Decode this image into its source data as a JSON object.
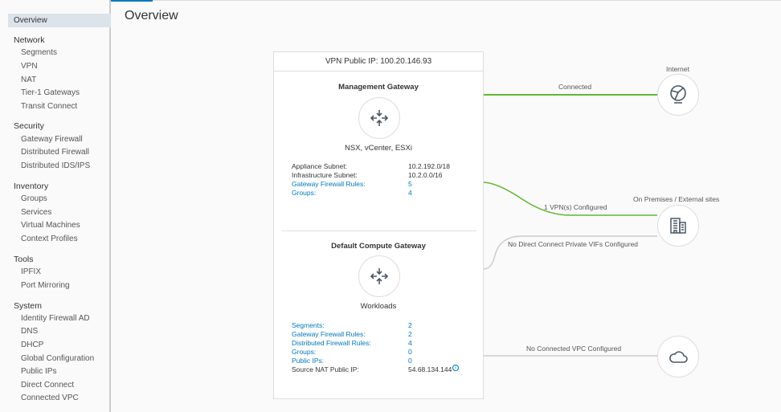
{
  "page_title": "Overview",
  "sidebar": {
    "active": "Overview",
    "groups": [
      {
        "label": "Network",
        "items": [
          "Segments",
          "VPN",
          "NAT",
          "Tier-1 Gateways",
          "Transit Connect"
        ]
      },
      {
        "label": "Security",
        "items": [
          "Gateway Firewall",
          "Distributed Firewall",
          "Distributed IDS/IPS"
        ]
      },
      {
        "label": "Inventory",
        "items": [
          "Groups",
          "Services",
          "Virtual Machines",
          "Context Profiles"
        ]
      },
      {
        "label": "Tools",
        "items": [
          "IPFIX",
          "Port Mirroring"
        ]
      },
      {
        "label": "System",
        "items": [
          "Identity Firewall AD",
          "DNS",
          "DHCP",
          "Global Configuration",
          "Public IPs",
          "Direct Connect",
          "Connected VPC"
        ]
      }
    ]
  },
  "card": {
    "vpn_public_ip": "VPN Public IP: 100.20.146.93",
    "mgmt": {
      "title": "Management Gateway",
      "subtitle": "NSX, vCenter, ESXi",
      "icon": "router-arrows-icon",
      "rows": [
        {
          "label": "Appliance Subnet:",
          "value": "10.2.192.0/18",
          "link": false
        },
        {
          "label": "Infrastructure Subnet:",
          "value": "10.2.0.0/16",
          "link": false
        },
        {
          "label": "Gateway Firewall Rules:",
          "value": "5",
          "link": true
        },
        {
          "label": "Groups:",
          "value": "4",
          "link": true
        }
      ]
    },
    "compute": {
      "title": "Default Compute Gateway",
      "subtitle": "Workloads",
      "icon": "router-arrows-icon",
      "rows": [
        {
          "label": "Segments:",
          "value": "2",
          "link": true
        },
        {
          "label": "Gateway Firewall Rules:",
          "value": "2",
          "link": true
        },
        {
          "label": "Distributed Firewall Rules:",
          "value": "4",
          "link": true
        },
        {
          "label": "Groups:",
          "value": "0",
          "link": true
        },
        {
          "label": "Public IPs:",
          "value": "0",
          "link": true
        },
        {
          "label": "Source NAT Public IP:",
          "value": "54.68.134.144",
          "link": false,
          "icon": "info-icon"
        }
      ]
    }
  },
  "connections": {
    "internet": {
      "node_label": "Internet",
      "line_label": "Connected",
      "status_color": "#62b733",
      "icon": "globe-icon"
    },
    "onprem": {
      "node_label": "On Premises / External sites",
      "vpn_label": "1 VPN(s) Configured",
      "dx_label": "No Direct Connect Private VIFs Configured",
      "icon": "building-icon"
    },
    "vpc": {
      "line_label": "No Connected VPC Configured",
      "icon": "cloud-icon"
    }
  },
  "colors": {
    "link": "#0079b8",
    "connected": "#62b733",
    "inactive": "#ccc"
  }
}
